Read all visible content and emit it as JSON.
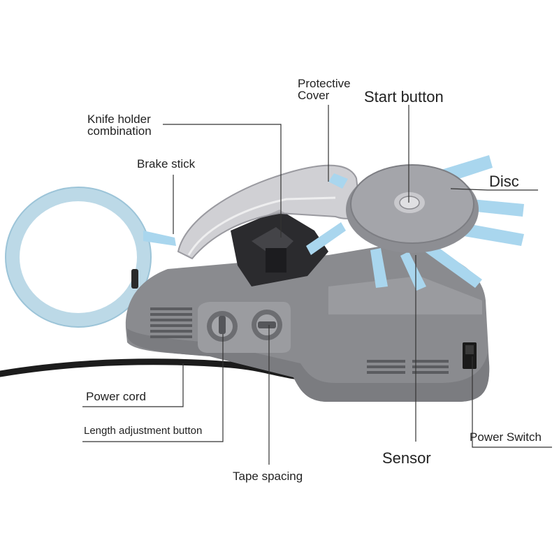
{
  "labels": {
    "protective_cover_line1": "Protective",
    "protective_cover_line2": "Cover",
    "start_button": "Start button",
    "knife_holder_line1": "Knife holder",
    "knife_holder_line2": "combination",
    "brake_stick": "Brake stick",
    "disc": "Disc",
    "power_cord": "Power cord",
    "length_adjustment": "Length adjustment button",
    "tape_spacing": "Tape spacing",
    "sensor": "Sensor",
    "power_switch": "Power Switch"
  },
  "colors": {
    "body": "#8a8b8f",
    "tape": "#a9d6ee",
    "tape_roll": "#c9dfe9",
    "callout_line": "#333333",
    "text": "#222222"
  }
}
